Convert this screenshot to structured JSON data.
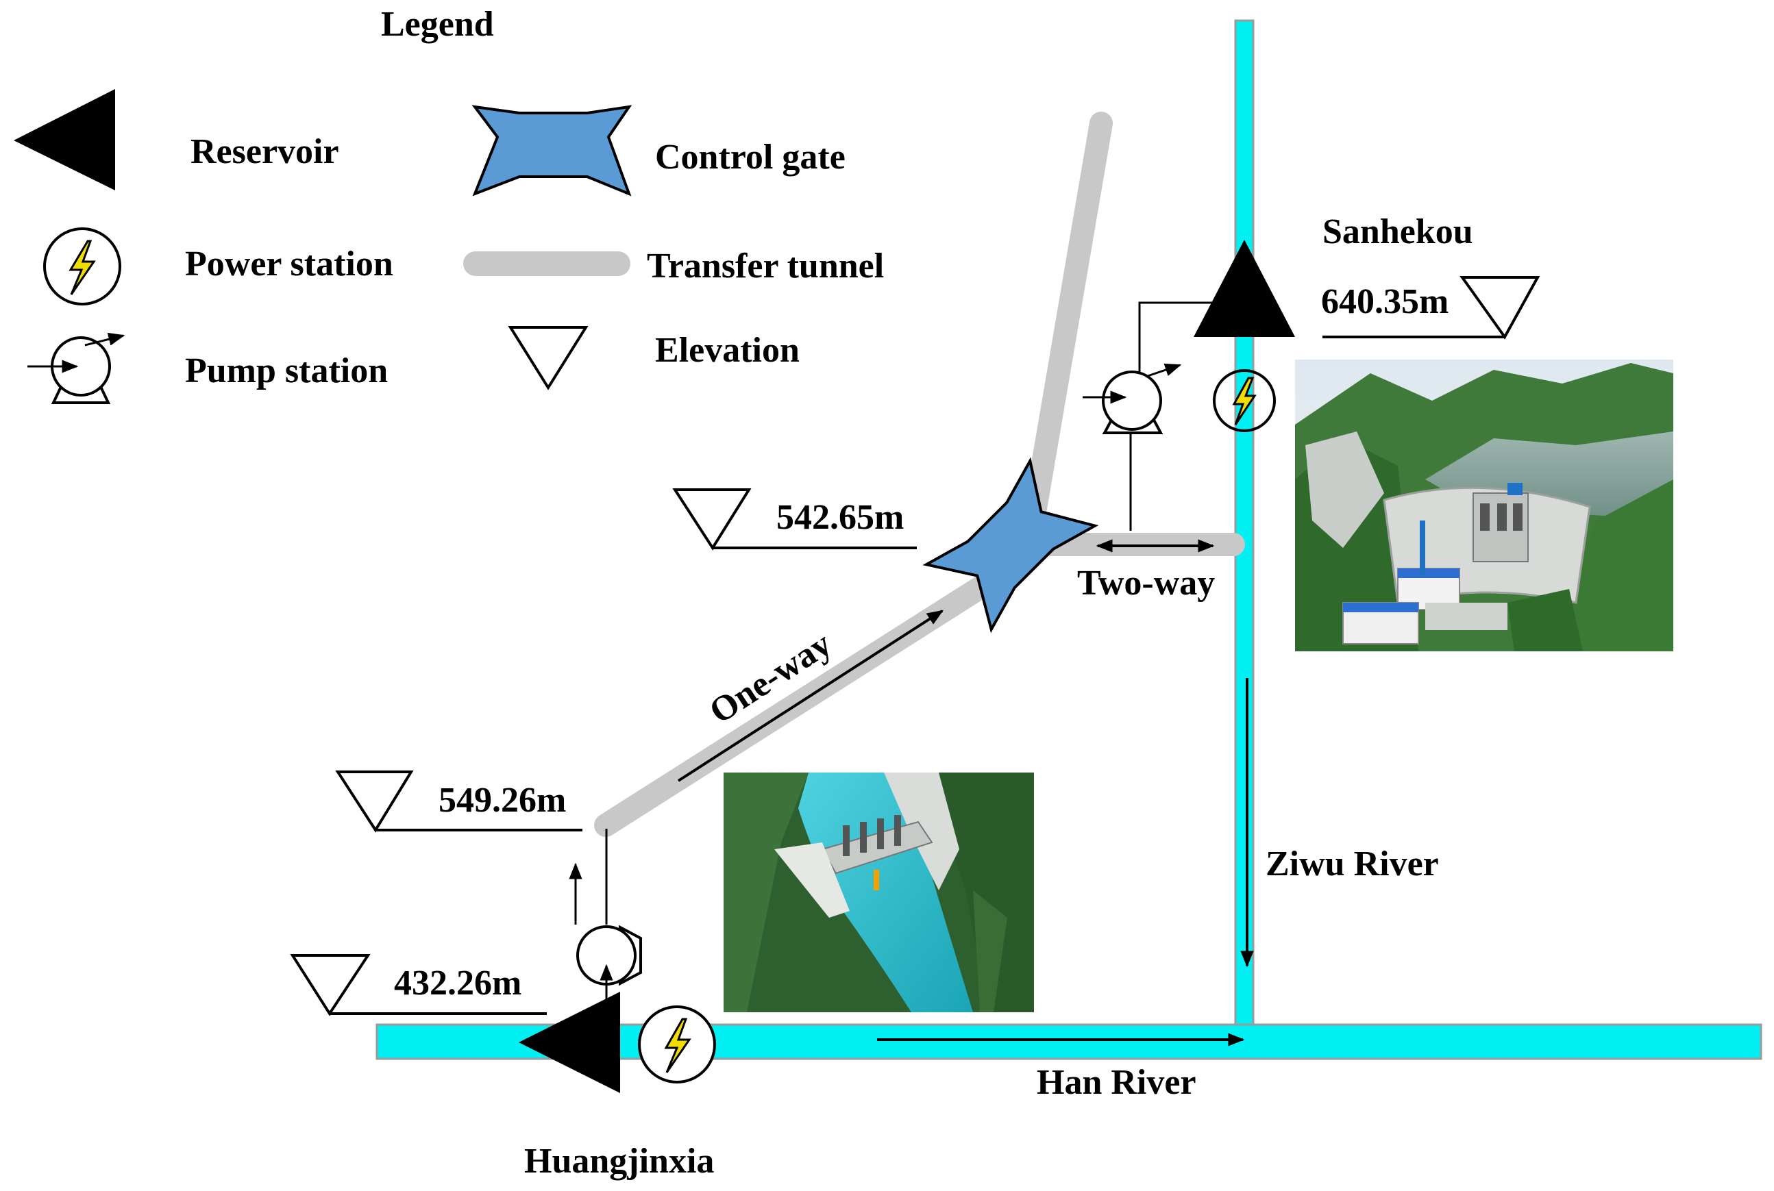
{
  "legend": {
    "title": "Legend",
    "reservoir": "Reservoir",
    "control_gate": "Control gate",
    "power_station": "Power station",
    "transfer_tunnel": "Transfer tunnel",
    "pump_station": "Pump station",
    "elevation": "Elevation"
  },
  "stations": {
    "sanhekou": {
      "name": "Sanhekou",
      "elevation": "640.35m"
    },
    "huangjinxia": {
      "name": "Huangjinxia",
      "elevation": "432.26m"
    },
    "tunnel_outlet_elevation": "549.26m",
    "control_gate_elevation": "542.65m"
  },
  "flows": {
    "one_way": "One-way",
    "two_way": "Two-way"
  },
  "rivers": {
    "ziwu": "Ziwu River",
    "han": "Han River"
  },
  "colors": {
    "river": "#00f0f4",
    "tunnel": "#c8c8c8",
    "gate": "#5b9bd5",
    "bolt": "#f2dd00",
    "symbol": "#000000"
  }
}
